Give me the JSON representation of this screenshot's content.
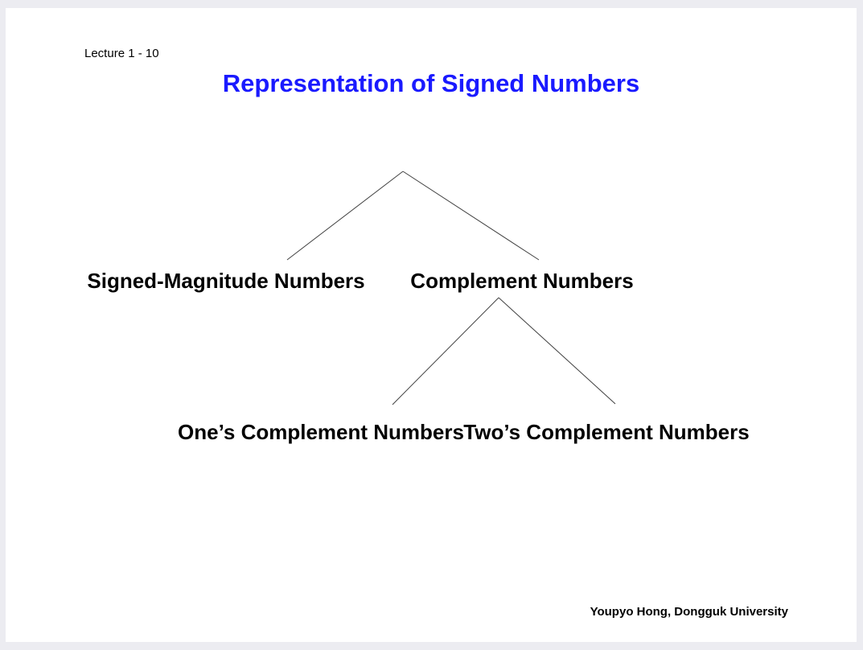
{
  "slide": {
    "lecture_label": "Lecture 1 - 10",
    "title": "Representation of Signed Numbers",
    "title_color": "#1a1aff",
    "footer_credit": "Youpyo Hong, Dongguk University"
  },
  "tree": {
    "root": {
      "children": [
        {
          "label": "Signed-Magnitude Numbers"
        },
        {
          "label": "Complement Numbers",
          "children": [
            {
              "label": "One’s Complement Numbers"
            },
            {
              "label": "Two’s Complement Numbers"
            }
          ]
        }
      ]
    }
  }
}
